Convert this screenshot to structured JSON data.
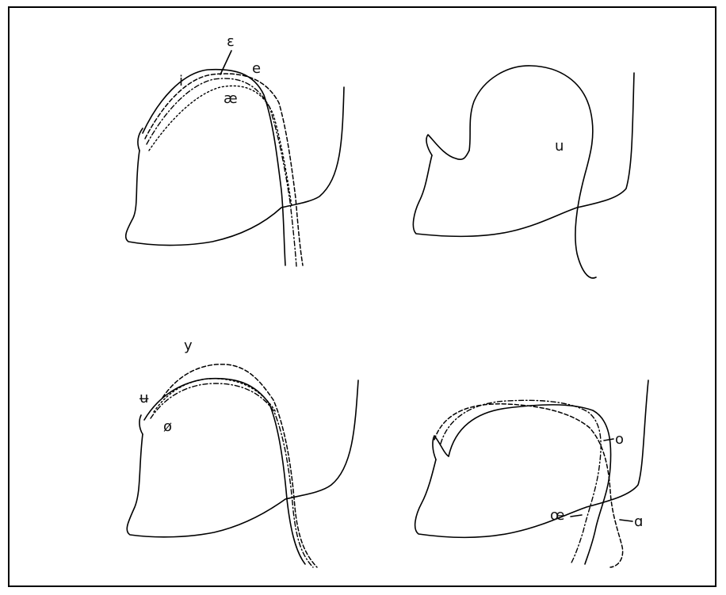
{
  "panels": {
    "front_unrounded": {
      "labels": {
        "i": "i",
        "epsilon": "ɛ",
        "e": "e",
        "ae": "æ"
      }
    },
    "back_rounded": {
      "labels": {
        "u": "u"
      }
    },
    "front_rounded": {
      "labels": {
        "y": "y",
        "u_bar": "ʉ",
        "o_slash": "ø"
      }
    },
    "back_low": {
      "labels": {
        "o": "o",
        "oe": "œ",
        "a": "ɑ"
      }
    }
  }
}
